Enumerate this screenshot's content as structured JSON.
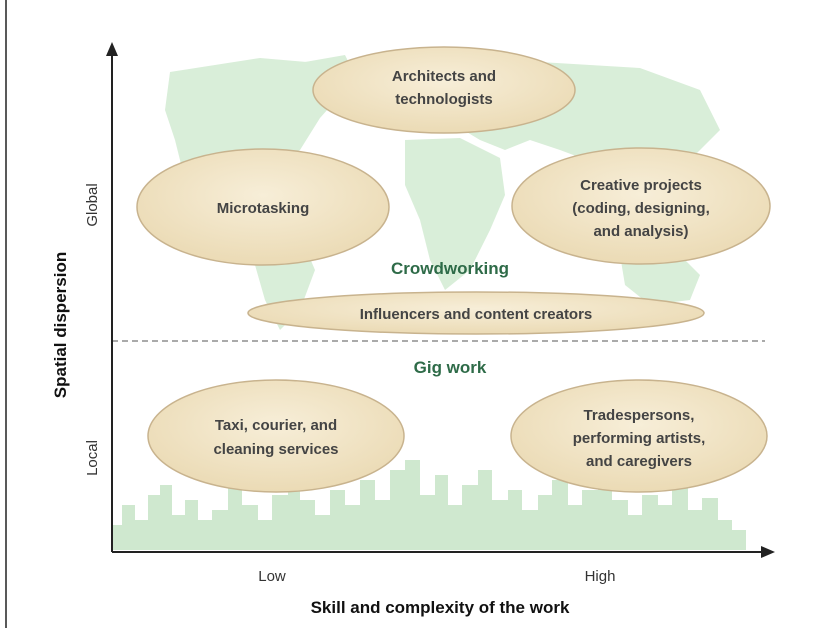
{
  "diagram": {
    "y_axis": {
      "title": "Spatial dispersion",
      "tick_high": "Global",
      "tick_low": "Local"
    },
    "x_axis": {
      "title": "Skill and complexity of the work",
      "tick_low": "Low",
      "tick_high": "High"
    },
    "zones": {
      "upper": "Crowdworking",
      "lower": "Gig work"
    },
    "categories": {
      "architects": [
        "Architects and",
        "technologists"
      ],
      "microtasking": [
        "Microtasking"
      ],
      "creative": [
        "Creative projects",
        "(coding, designing,",
        "and analysis)"
      ],
      "influencers": [
        "Influencers and content creators"
      ],
      "taxi": [
        "Taxi, courier, and",
        "cleaning services"
      ],
      "trades": [
        "Tradespersons,",
        "performing artists,",
        "and caregivers"
      ]
    },
    "colors": {
      "ellipse_fill": "#f1e4c4",
      "ellipse_stroke": "#c8b38e",
      "map": "#d9eed9",
      "city": "#cfe8cf",
      "zone_label": "#2e6b48"
    }
  }
}
